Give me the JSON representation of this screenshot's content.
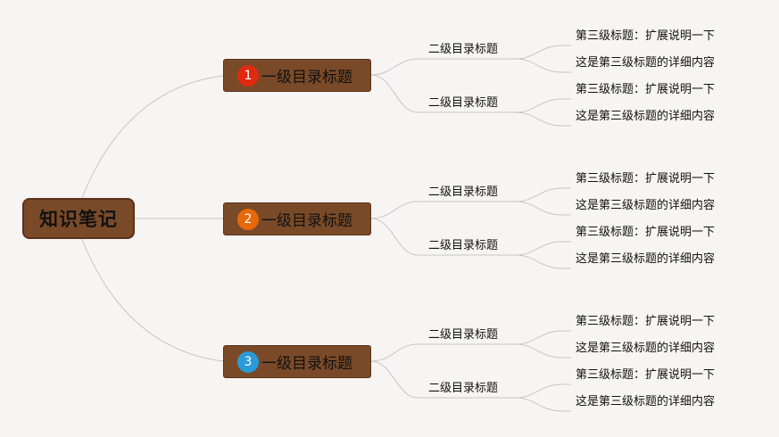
{
  "root": {
    "label": "知识笔记"
  },
  "branches": [
    {
      "badge": "1",
      "badge_color": "#e02a10",
      "label": "一级目录标题",
      "children": [
        {
          "label": "二级目录标题",
          "leaves": [
            "第三级标题：扩展说明一下",
            "这是第三级标题的详细内容"
          ]
        },
        {
          "label": "二级目录标题",
          "leaves": [
            "第三级标题：扩展说明一下",
            "这是第三级标题的详细内容"
          ]
        }
      ]
    },
    {
      "badge": "2",
      "badge_color": "#e8680c",
      "label": "一级目录标题",
      "children": [
        {
          "label": "二级目录标题",
          "leaves": [
            "第三级标题：扩展说明一下",
            "这是第三级标题的详细内容"
          ]
        },
        {
          "label": "二级目录标题",
          "leaves": [
            "第三级标题：扩展说明一下",
            "这是第三级标题的详细内容"
          ]
        }
      ]
    },
    {
      "badge": "3",
      "badge_color": "#2a9ad8",
      "label": "一级目录标题",
      "children": [
        {
          "label": "二级目录标题",
          "leaves": [
            "第三级标题：扩展说明一下",
            "这是第三级标题的详细内容"
          ]
        },
        {
          "label": "二级目录标题",
          "leaves": [
            "第三级标题：扩展说明一下",
            "这是第三级标题的详细内容"
          ]
        }
      ]
    }
  ],
  "colors": {
    "node_fill": "#7a4a28",
    "line": "#c8c4c2",
    "background": "#f7f5f4"
  }
}
